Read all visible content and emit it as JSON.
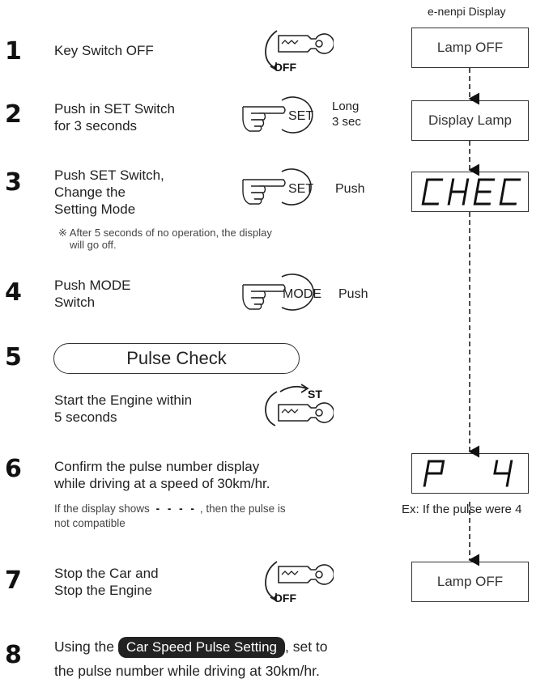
{
  "display_column": {
    "header": "e-nenpi Display",
    "boxes": [
      "Lamp OFF",
      "Display Lamp",
      "CHEC",
      "P 4",
      "Lamp OFF"
    ],
    "example_caption": "Ex: If the pulse were 4"
  },
  "steps": [
    {
      "num": "1",
      "text": "Key Switch OFF"
    },
    {
      "num": "2",
      "text_lines": [
        "Push in SET Switch",
        "for 3 seconds"
      ]
    },
    {
      "num": "3",
      "text_lines": [
        "Push SET Switch,",
        "Change the",
        "Setting Mode"
      ],
      "note_lines": [
        "※ After 5 seconds of no operation, the display",
        "will go off."
      ]
    },
    {
      "num": "4",
      "text_lines": [
        "Push MODE",
        "Switch"
      ]
    },
    {
      "num": "5",
      "pill": "Pulse Check",
      "text_lines": [
        "Start the Engine within",
        "5 seconds"
      ]
    },
    {
      "num": "6",
      "text_lines": [
        "Confirm the pulse number display",
        "while driving at a speed of 30km/hr."
      ],
      "note_before": "If the display shows",
      "note_dashes": "- - - -",
      "note_after": ", then the pulse is",
      "note_line2": "not compatible"
    },
    {
      "num": "7",
      "text_lines": [
        "Stop the Car and",
        "Stop the Engine"
      ]
    },
    {
      "num": "8",
      "text_pre": "Using the",
      "pill": "Car Speed Pulse Setting",
      "text_post": ", set to",
      "text_line2": "the pulse number while driving at 30km/hr."
    }
  ],
  "icons": {
    "key_off_label": "OFF",
    "key_st_label": "ST",
    "set_button": "SET",
    "mode_button": "MODE",
    "long_label": "Long",
    "sec_label": "3 sec",
    "push_label": "Push"
  }
}
